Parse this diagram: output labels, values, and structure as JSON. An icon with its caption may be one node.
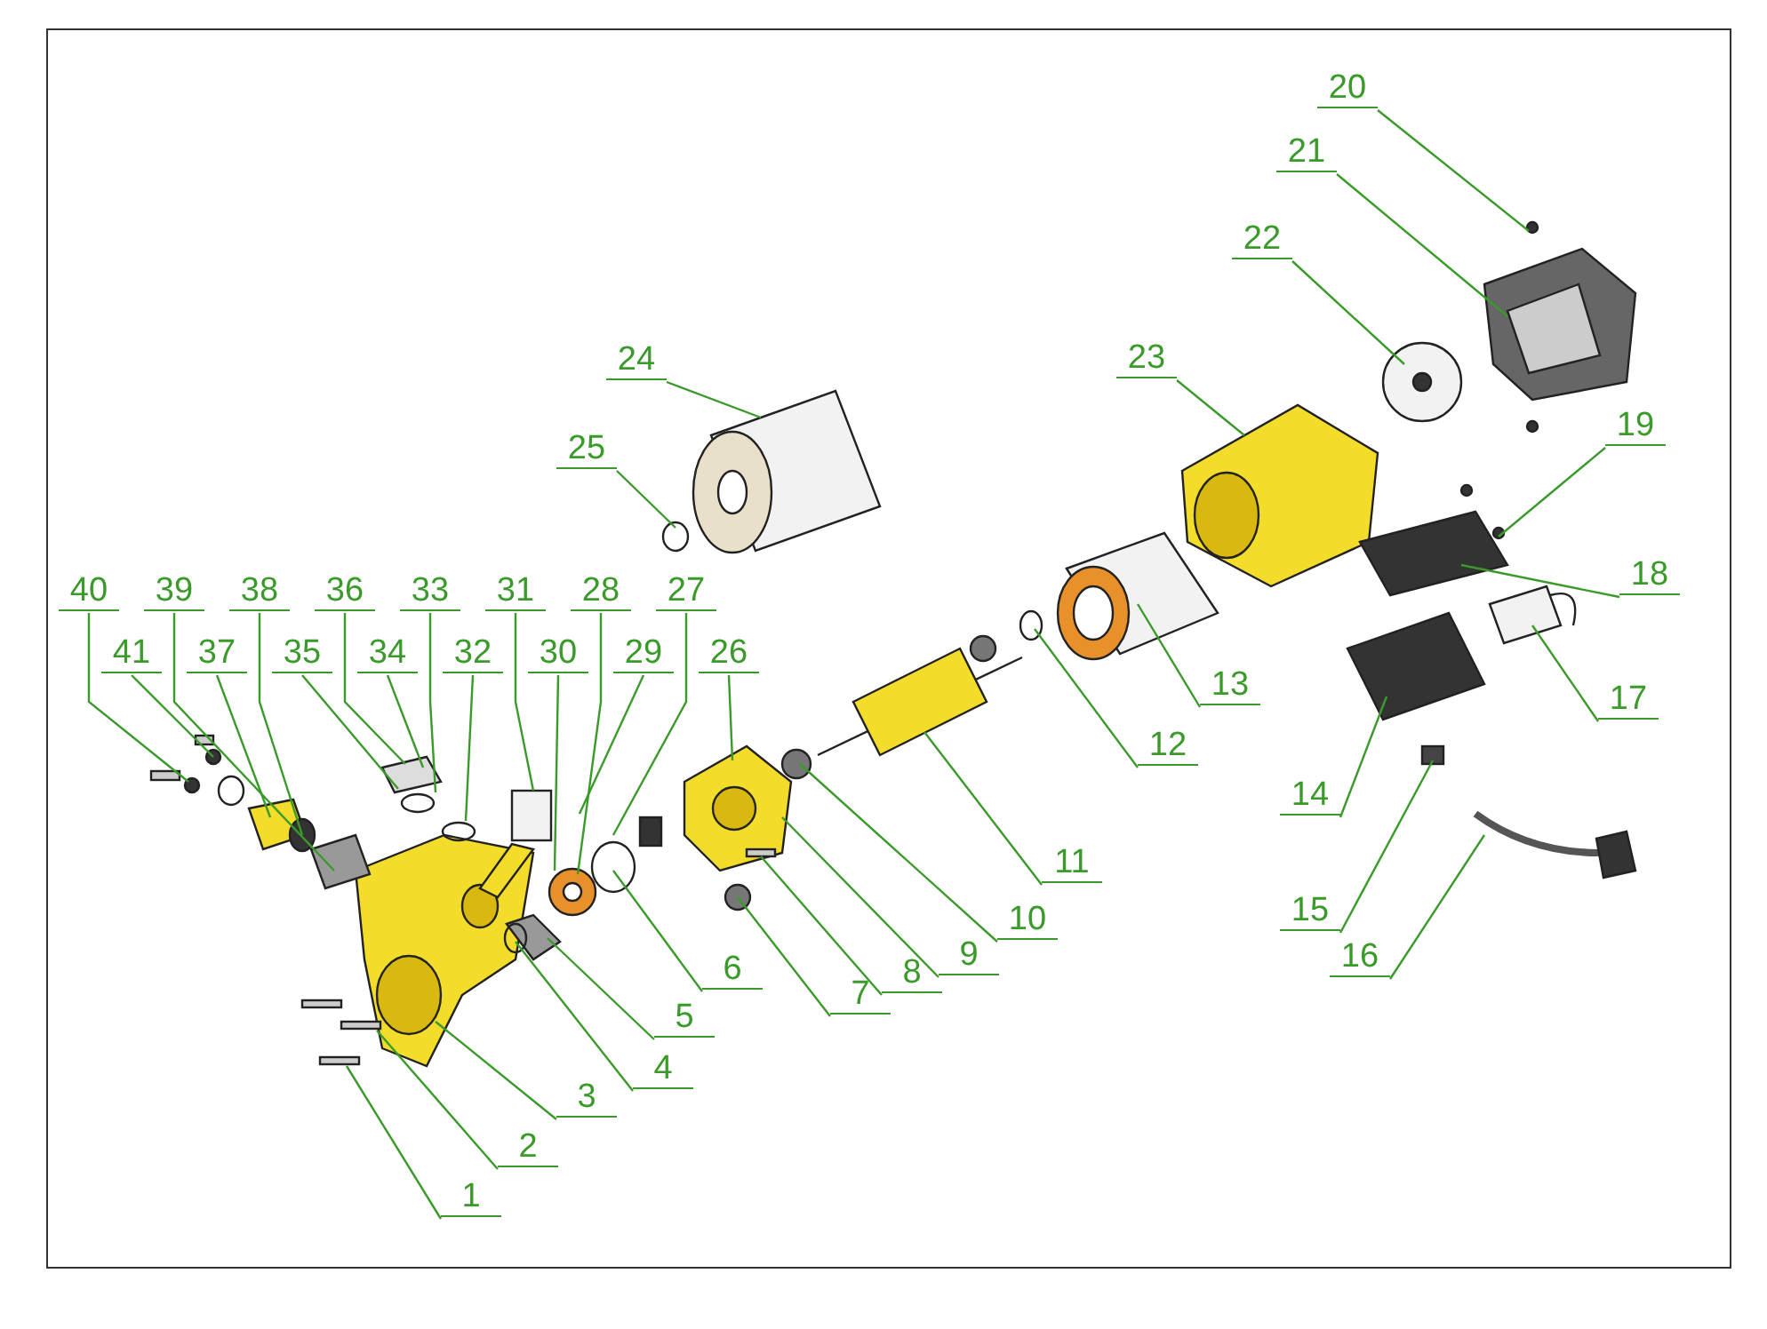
{
  "diagram": {
    "nodes": [
      {
        "text": [
          "1"
        ]
      },
      {
        "text": [
          "2"
        ]
      },
      {
        "text": [
          "3"
        ]
      },
      {
        "text": [
          "4"
        ]
      },
      {
        "text": [
          "5"
        ]
      },
      {
        "text": [
          "6"
        ]
      },
      {
        "text": [
          "7"
        ]
      },
      {
        "text": [
          "8"
        ]
      },
      {
        "text": [
          "9"
        ]
      },
      {
        "text": [
          "10"
        ]
      },
      {
        "text": [
          "11"
        ]
      },
      {
        "text": [
          "12"
        ]
      },
      {
        "text": [
          "13"
        ]
      },
      {
        "text": [
          "14"
        ]
      },
      {
        "text": [
          "15"
        ]
      },
      {
        "text": [
          "16"
        ]
      },
      {
        "text": [
          "17"
        ]
      },
      {
        "text": [
          "18"
        ]
      },
      {
        "text": [
          "19"
        ]
      },
      {
        "text": [
          "20"
        ]
      },
      {
        "text": [
          "21"
        ]
      },
      {
        "text": [
          "22"
        ]
      },
      {
        "text": [
          "23"
        ]
      },
      {
        "text": [
          "24"
        ]
      },
      {
        "text": [
          "25"
        ]
      },
      {
        "text": [
          "26"
        ]
      },
      {
        "text": [
          "27"
        ]
      },
      {
        "text": [
          "28"
        ]
      },
      {
        "text": [
          "29"
        ]
      },
      {
        "text": [
          "30"
        ]
      },
      {
        "text": [
          "31"
        ]
      },
      {
        "text": [
          "32"
        ]
      },
      {
        "text": [
          "33"
        ]
      },
      {
        "text": [
          "34"
        ]
      },
      {
        "text": [
          "35"
        ]
      },
      {
        "text": [
          "36"
        ]
      },
      {
        "text": [
          "37"
        ]
      },
      {
        "text": [
          "38"
        ]
      },
      {
        "text": [
          "39"
        ]
      },
      {
        "text": [
          "40"
        ]
      },
      {
        "text": [
          "41"
        ]
      }
    ],
    "edges": [
      {
        "from": 0,
        "to": null,
        "arrow": "none"
      },
      {
        "from": 1,
        "to": null,
        "arrow": "none"
      },
      {
        "from": 2,
        "to": null,
        "arrow": "none"
      },
      {
        "from": 3,
        "to": null,
        "arrow": "none"
      },
      {
        "from": 4,
        "to": null,
        "arrow": "none"
      },
      {
        "from": 5,
        "to": null,
        "arrow": "none"
      },
      {
        "from": 6,
        "to": null,
        "arrow": "none"
      },
      {
        "from": 7,
        "to": null,
        "arrow": "none"
      },
      {
        "from": 8,
        "to": null,
        "arrow": "none"
      },
      {
        "from": 9,
        "to": null,
        "arrow": "none"
      },
      {
        "from": 10,
        "to": null,
        "arrow": "none"
      },
      {
        "from": 11,
        "to": null,
        "arrow": "none"
      },
      {
        "from": 12,
        "to": null,
        "arrow": "none"
      },
      {
        "from": 13,
        "to": null,
        "arrow": "none"
      },
      {
        "from": 14,
        "to": null,
        "arrow": "none"
      },
      {
        "from": 15,
        "to": null,
        "arrow": "none"
      },
      {
        "from": 16,
        "to": null,
        "arrow": "none"
      },
      {
        "from": 17,
        "to": null,
        "arrow": "none"
      },
      {
        "from": 18,
        "to": null,
        "arrow": "none"
      },
      {
        "from": 19,
        "to": null,
        "arrow": "none"
      },
      {
        "from": 20,
        "to": null,
        "arrow": "none"
      },
      {
        "from": 21,
        "to": null,
        "arrow": "none"
      },
      {
        "from": 22,
        "to": null,
        "arrow": "none"
      },
      {
        "from": 23,
        "to": null,
        "arrow": "none"
      },
      {
        "from": 24,
        "to": null,
        "arrow": "none"
      },
      {
        "from": 25,
        "to": null,
        "arrow": "none"
      },
      {
        "from": 26,
        "to": null,
        "arrow": "none"
      },
      {
        "from": 27,
        "to": null,
        "arrow": "none"
      },
      {
        "from": 28,
        "to": null,
        "arrow": "none"
      },
      {
        "from": 29,
        "to": null,
        "arrow": "none"
      },
      {
        "from": 30,
        "to": null,
        "arrow": "none"
      },
      {
        "from": 31,
        "to": null,
        "arrow": "none"
      },
      {
        "from": 32,
        "to": null,
        "arrow": "none"
      },
      {
        "from": 33,
        "to": null,
        "arrow": "none"
      },
      {
        "from": 34,
        "to": null,
        "arrow": "none"
      },
      {
        "from": 35,
        "to": null,
        "arrow": "none"
      },
      {
        "from": 36,
        "to": null,
        "arrow": "none"
      },
      {
        "from": 37,
        "to": null,
        "arrow": "none"
      },
      {
        "from": 38,
        "to": null,
        "arrow": "none"
      },
      {
        "from": 39,
        "to": null,
        "arrow": "none"
      },
      {
        "from": 40,
        "to": null,
        "arrow": "none"
      }
    ]
  }
}
